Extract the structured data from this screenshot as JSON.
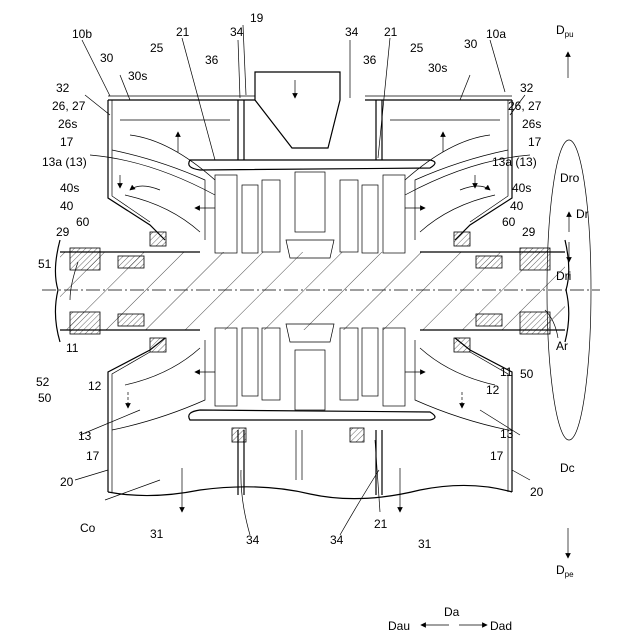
{
  "labels": {
    "l10b": "10b",
    "l10a": "10a",
    "l19": "19",
    "l21_tl": "21",
    "l21_tr": "21",
    "l21_b": "21",
    "l34_tl": "34",
    "l34_tr": "34",
    "l34_bl": "34",
    "l34_br": "34",
    "l30_l": "30",
    "l30_r": "30",
    "l30s_l": "30s",
    "l30s_r": "30s",
    "l25_l": "25",
    "l25_r": "25",
    "l36_l": "36",
    "l36_r": "36",
    "l32_l": "32",
    "l32_r": "32",
    "l2627_l": "26, 27",
    "l2627_r": "26, 27",
    "l26s_l": "26s",
    "l26s_r": "26s",
    "l17_tl": "17",
    "l17_tr": "17",
    "l17_bl": "17",
    "l17_br": "17",
    "l13a_l": "13a (13)",
    "l13a_r": "13a (13)",
    "l40s_l": "40s",
    "l40s_r": "40s",
    "l40_l": "40",
    "l40_r": "40",
    "l60_l": "60",
    "l60_r": "60",
    "l29_l": "29",
    "l29_r": "29",
    "l51": "51",
    "l52": "52",
    "l50_l": "50",
    "l50_r": "50",
    "l11_l": "11",
    "l11_r": "11",
    "l12_l": "12",
    "l12_r": "12",
    "l13_l": "13",
    "l13_r": "13",
    "l20_l": "20",
    "l20_r": "20",
    "lCo": "Co",
    "l31_l": "31",
    "l31_r": "31",
    "lAr": "Ar",
    "lDc": "Dc",
    "lDr": "Dr",
    "lDro": "Dro",
    "lDri": "Dri",
    "lDpu": "D",
    "lDpu_sub": "pu",
    "lDpe": "D",
    "lDpe_sub": "pe",
    "lDa": "Da",
    "lDau": "Dau",
    "lDad": "Dad"
  }
}
